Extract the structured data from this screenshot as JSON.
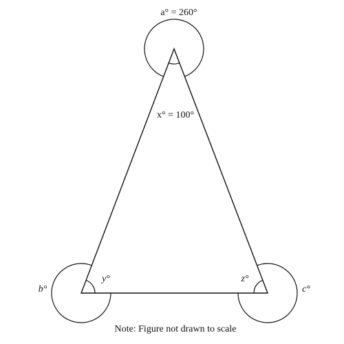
{
  "diagram": {
    "angle_a_label": "a° = 260°",
    "angle_x_label": "x° = 100°",
    "angle_b_label": "b°",
    "angle_y_label": "y°",
    "angle_z_label": "z°",
    "angle_c_label": "c°"
  },
  "note": "Note: Figure not drawn to scale",
  "colors": {
    "stroke": "#111111",
    "background": "#ffffff"
  }
}
